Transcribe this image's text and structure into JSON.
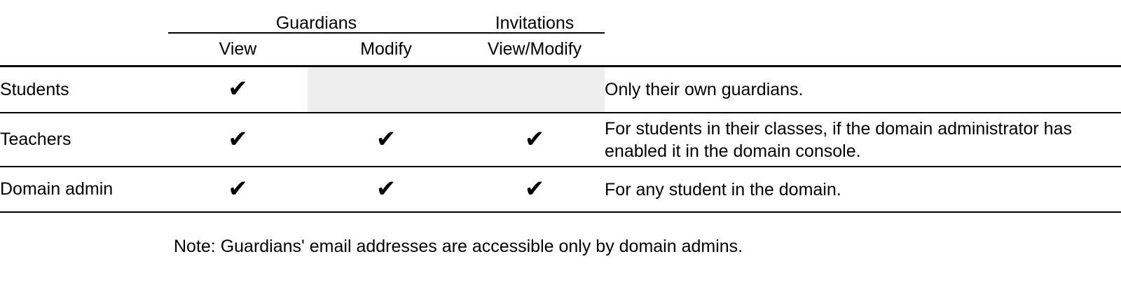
{
  "table": {
    "group_headers": [
      {
        "label": "Guardians",
        "span": 2
      },
      {
        "label": "Invitations",
        "span": 1
      }
    ],
    "sub_headers": [
      "View",
      "Modify",
      "View/Modify"
    ],
    "row_label_header": "",
    "note_header": "",
    "rows": [
      {
        "label": "Students",
        "guardians_view": "✔",
        "guardians_modify": "",
        "invitations": "",
        "shaded": true,
        "note": "Only their own guardians."
      },
      {
        "label": "Teachers",
        "guardians_view": "✔",
        "guardians_modify": "✔",
        "invitations": "✔",
        "shaded": false,
        "note": "For students in their classes, if the domain administrator has enabled it in the domain console."
      },
      {
        "label": "Domain admin",
        "guardians_view": "✔",
        "guardians_modify": "✔",
        "invitations": "✔",
        "shaded": false,
        "note": "For any student in the domain."
      }
    ]
  },
  "footnote": {
    "text": "Note: Guardians' email addresses are accessible only by domain admins."
  },
  "icons": {
    "check": "check-mark-icon"
  },
  "colors": {
    "text": "#000000",
    "rule": "#000000",
    "shaded_cell": "#eeeeee",
    "background": "#ffffff"
  }
}
